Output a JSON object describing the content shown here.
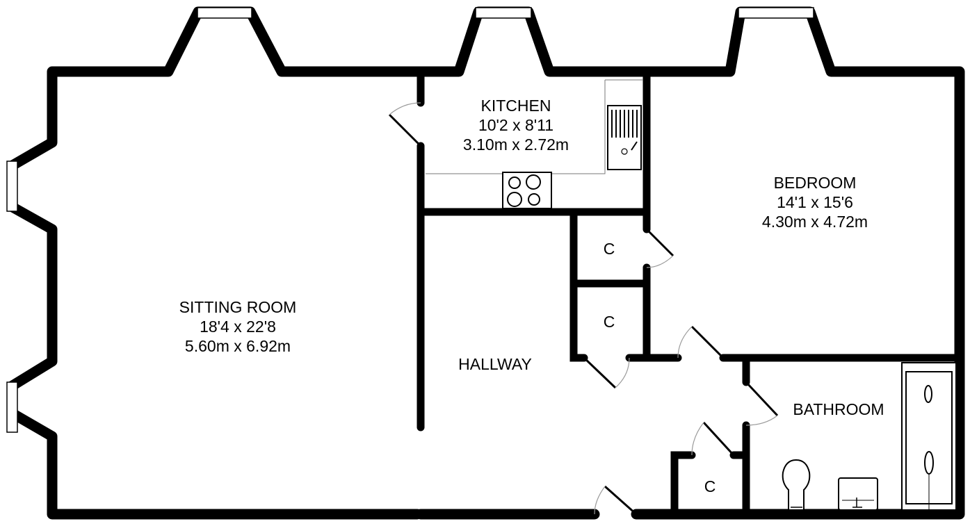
{
  "floorplan": {
    "rooms": [
      {
        "id": "sitting-room",
        "name": "SITTING ROOM",
        "imperial": "18'4 x 22'8",
        "metric": "5.60m x 6.92m"
      },
      {
        "id": "kitchen",
        "name": "KITCHEN",
        "imperial": "10'2 x 8'11",
        "metric": "3.10m x 2.72m"
      },
      {
        "id": "bedroom",
        "name": "BEDROOM",
        "imperial": "14'1 x 15'6",
        "metric": "4.30m x 4.72m"
      },
      {
        "id": "hallway",
        "name": "HALLWAY"
      },
      {
        "id": "bathroom",
        "name": "BATHROOM"
      }
    ],
    "cupboards": [
      {
        "id": "cupboard-1",
        "label": "C"
      },
      {
        "id": "cupboard-2",
        "label": "C"
      },
      {
        "id": "cupboard-3",
        "label": "C"
      }
    ],
    "fixtures": [
      "hob-icon",
      "sink-icon",
      "toilet-icon",
      "basin-icon",
      "bath-icon"
    ],
    "colors": {
      "walls": "#000000",
      "background": "#ffffff",
      "door-swing": "#9a9a9a"
    }
  }
}
